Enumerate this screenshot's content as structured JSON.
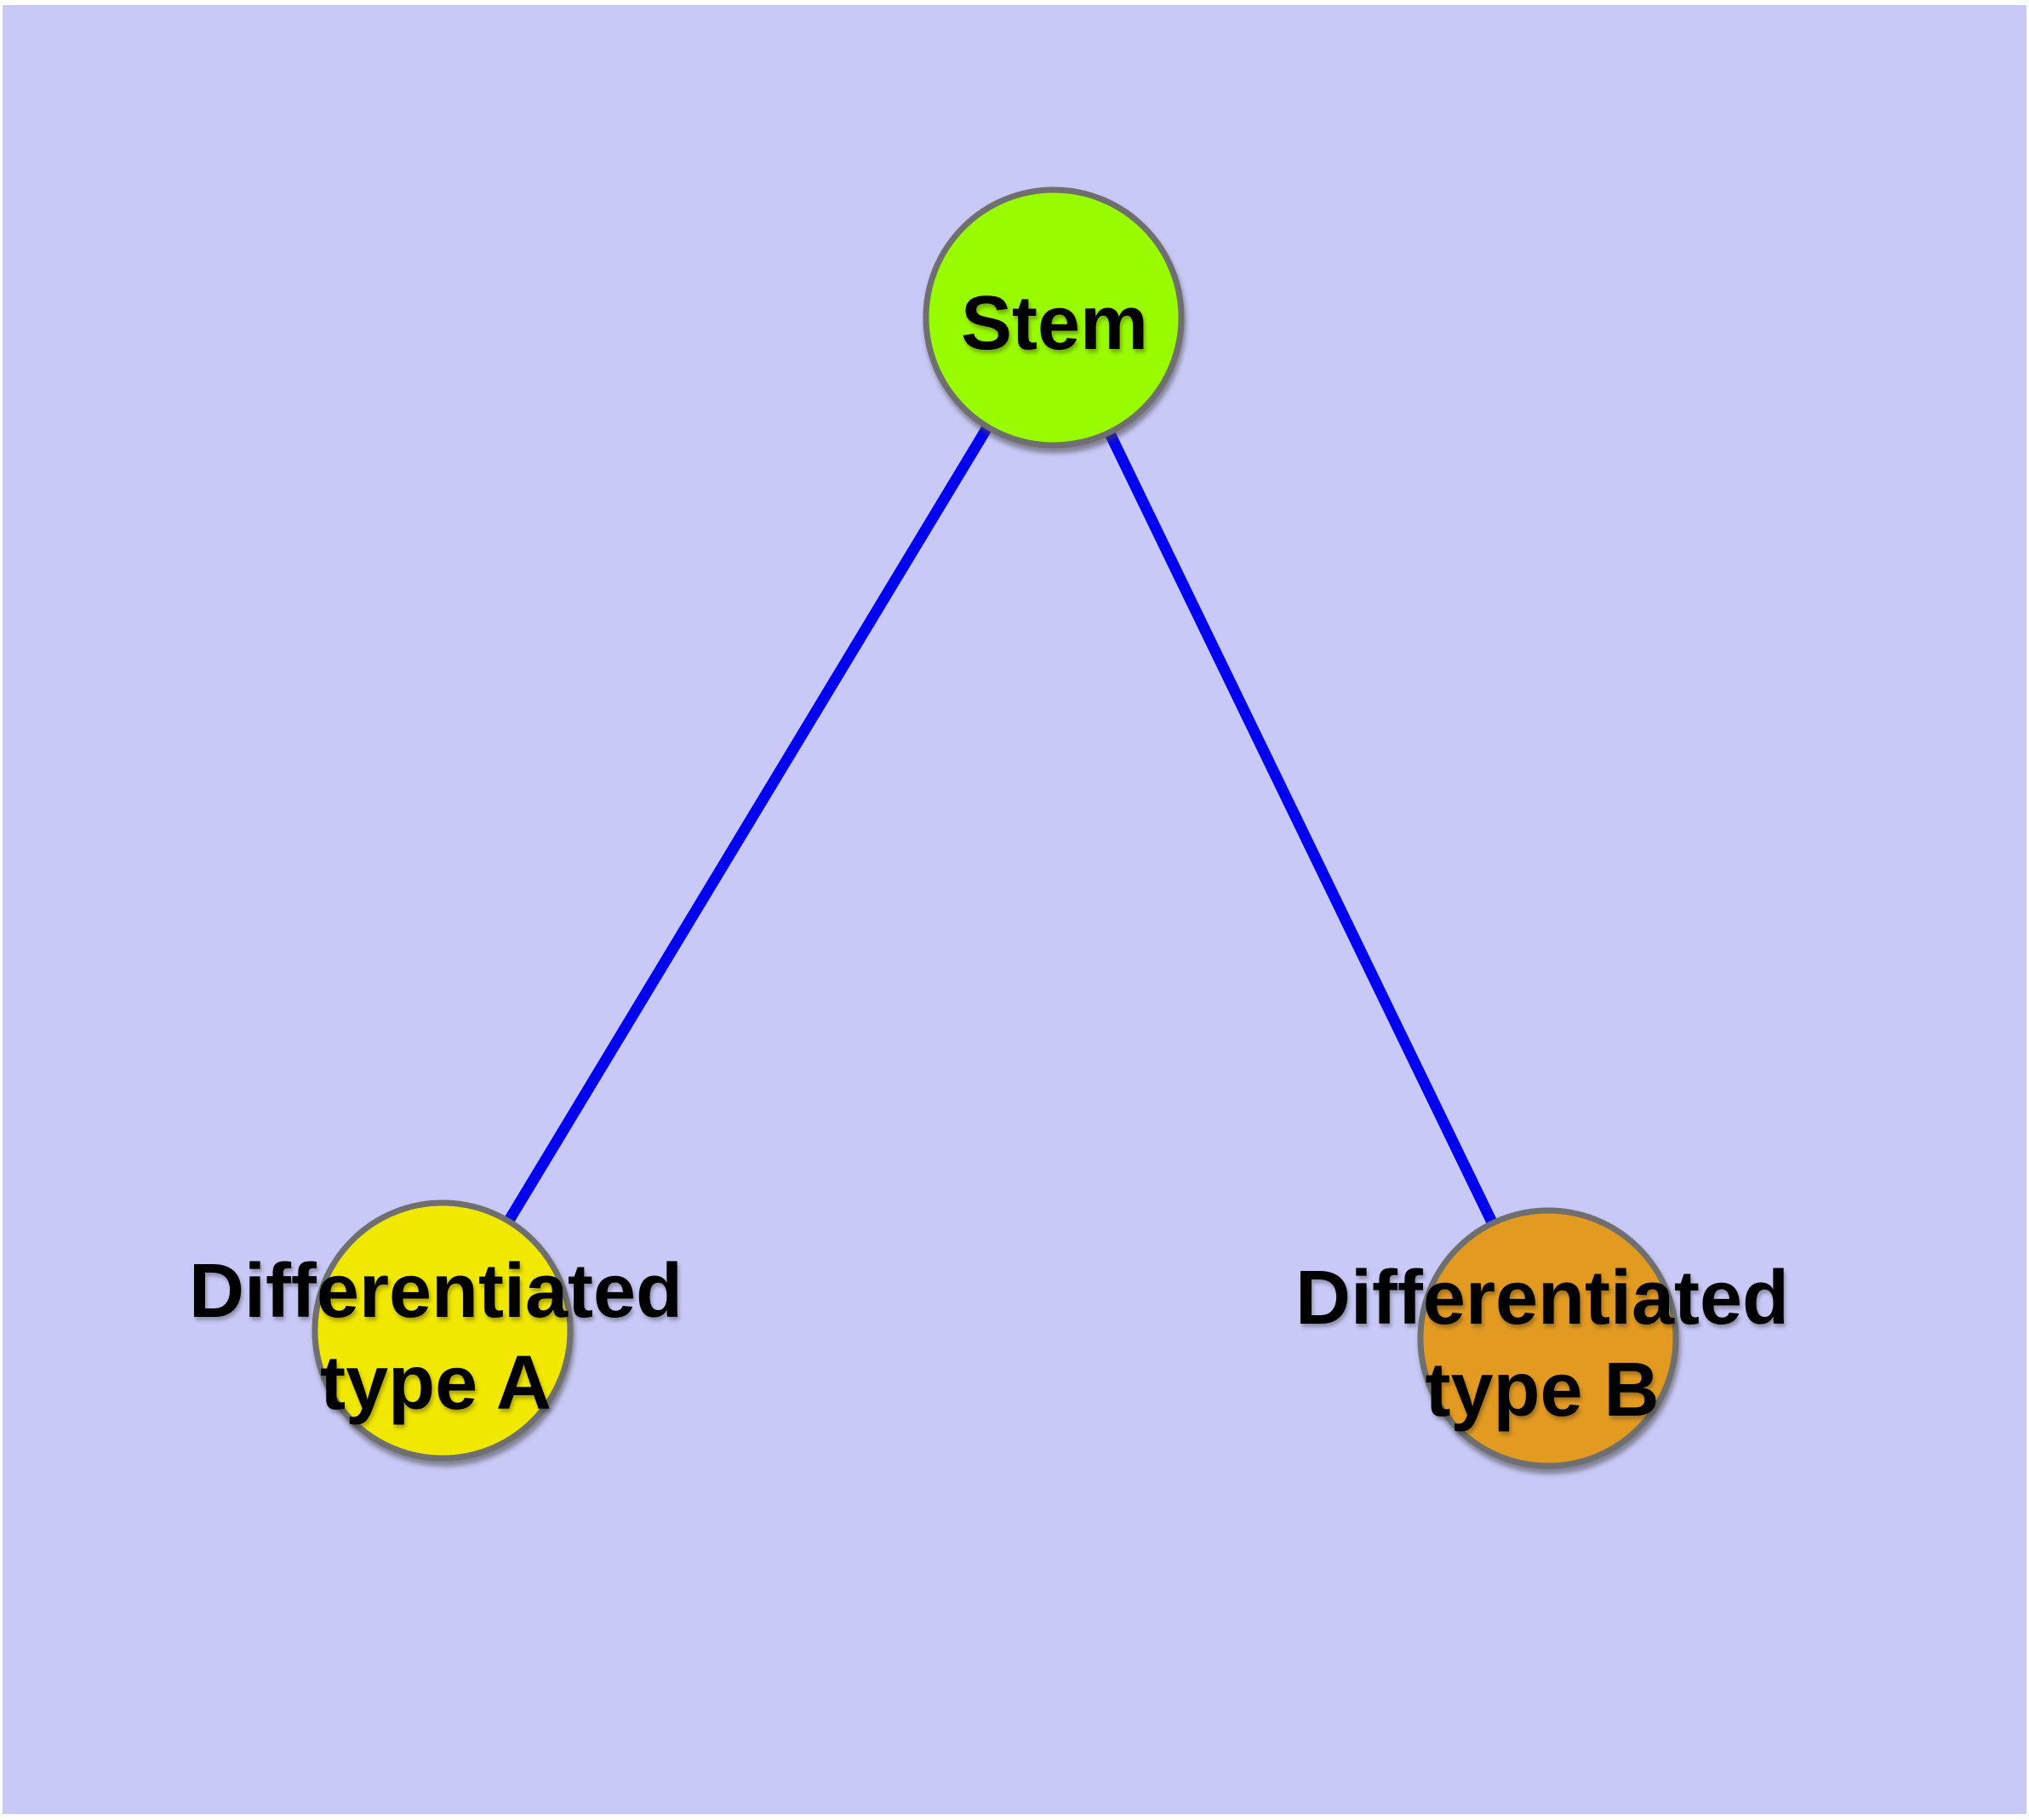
{
  "diagram": {
    "background_color": "#c9c9f7",
    "page_margin_color": "#ffffff",
    "edge_color": "#0202ee",
    "node_border_color": "#6f6f6f",
    "text_color": "#000000",
    "nodes": [
      {
        "id": "stem",
        "label": "Stem",
        "color": "#99fb00"
      },
      {
        "id": "differentiated-type-a",
        "label_lines": [
          "Differentiated",
          "type A"
        ],
        "color": "#f1e800"
      },
      {
        "id": "differentiated-type-b",
        "label_lines": [
          "Differentiated",
          "type B"
        ],
        "color": "#e39a20"
      }
    ],
    "edges": [
      {
        "from": "stem",
        "to": "differentiated-type-a"
      },
      {
        "from": "stem",
        "to": "differentiated-type-b"
      }
    ]
  }
}
